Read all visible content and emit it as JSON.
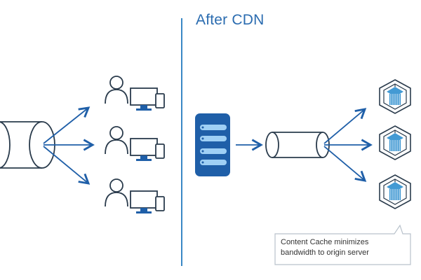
{
  "left_panel": {
    "title": "I"
  },
  "right_panel": {
    "title": "After CDN",
    "callout": {
      "line1": "Content Cache minimizes",
      "line2": "bandwidth to origin server"
    }
  },
  "colors": {
    "accent_blue": "#1f78c4",
    "server_blue": "#1f5fa8",
    "line_dark": "#2a3b4c",
    "cache_blue": "#2f8fcf"
  },
  "icons": {
    "left_user_devices": [
      "user-desktop-icon",
      "user-desktop-icon",
      "user-desktop-icon"
    ],
    "right_caches": [
      "cache-cube-icon",
      "cache-cube-icon",
      "cache-cube-icon"
    ]
  }
}
